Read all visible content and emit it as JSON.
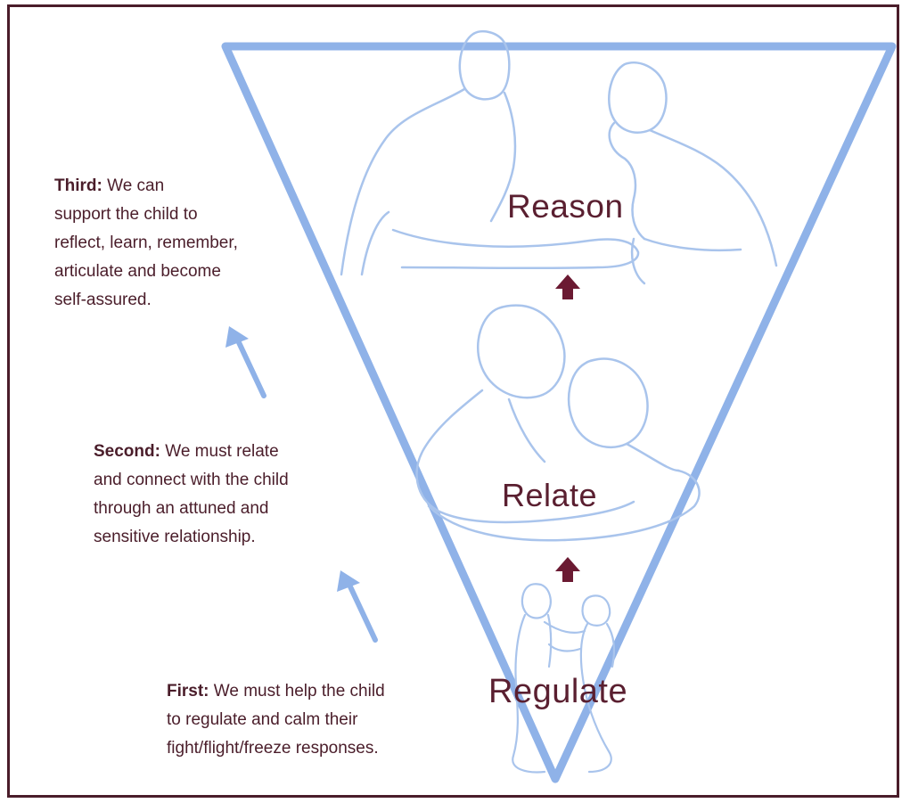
{
  "stages": {
    "reason": "Reason",
    "relate": "Relate",
    "regulate": "Regulate"
  },
  "steps": {
    "third": {
      "lead": "Third:",
      "lines": [
        "We can",
        "support the child to",
        "reflect, learn, remember,",
        "articulate and become",
        "self-assured."
      ]
    },
    "second": {
      "lead": "Second:",
      "lines": [
        "We must relate",
        "and connect with the child",
        "through an attuned and",
        "sensitive relationship."
      ]
    },
    "first": {
      "lead": "First:",
      "lines": [
        "We must help the child",
        "to regulate and calm their",
        "fight/flight/freeze responses."
      ]
    }
  },
  "colors": {
    "triangle": "#8fb2e8",
    "figures": "#a9c4ec",
    "text": "#4a1d2a",
    "arrow_up": "#6b1a32",
    "side_arrow": "#8fb2e8",
    "frame": "#4a1d2a"
  },
  "icons": {
    "stage_arrow": "up-arrow-icon",
    "side_arrow": "diagonal-arrow-icon"
  }
}
